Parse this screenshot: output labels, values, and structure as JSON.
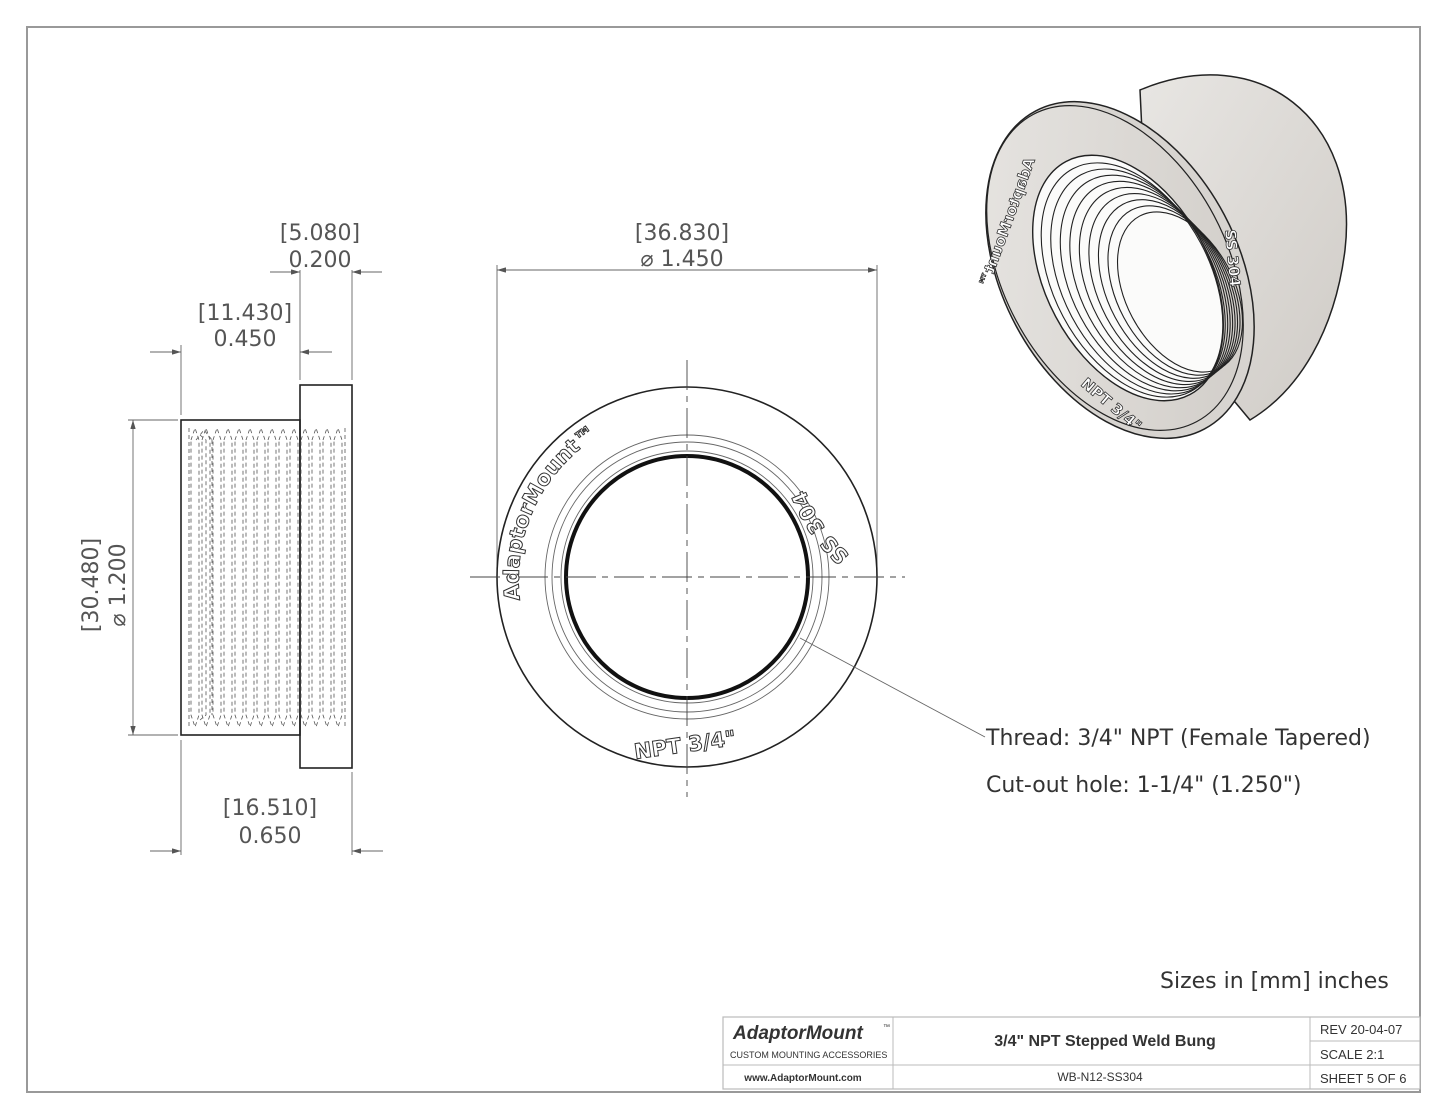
{
  "side_view": {
    "dim_flange_width": {
      "mm": "[5.080]",
      "in": "0.200"
    },
    "dim_body_length": {
      "mm": "[11.430]",
      "in": "0.450"
    },
    "dim_total_length": {
      "mm": "[16.510]",
      "in": "0.650"
    },
    "dim_body_diameter": {
      "mm": "[30.480]",
      "in": "⌀ 1.200"
    }
  },
  "front_view": {
    "dim_outer_diameter": {
      "mm": "[36.830]",
      "in": "⌀ 1.450"
    },
    "engraving": {
      "brand": "AdaptorMount™",
      "material": "SS 304",
      "thread": "NPT 3/4\""
    }
  },
  "notes": {
    "thread": "Thread: 3/4\" NPT (Female Tapered)",
    "cutout": "Cut-out hole: 1-1/4\" (1.250\")",
    "units": "Sizes in [mm] inches"
  },
  "title_block": {
    "company": "AdaptorMount",
    "tm": "™",
    "tagline": "CUSTOM MOUNTING ACCESSORIES",
    "website": "www.AdaptorMount.com",
    "title": "3/4\" NPT Stepped Weld Bung",
    "part_number": "WB-N12-SS304",
    "rev": "REV 20-04-07",
    "scale": "SCALE 2:1",
    "sheet": "SHEET 5 OF 6"
  }
}
